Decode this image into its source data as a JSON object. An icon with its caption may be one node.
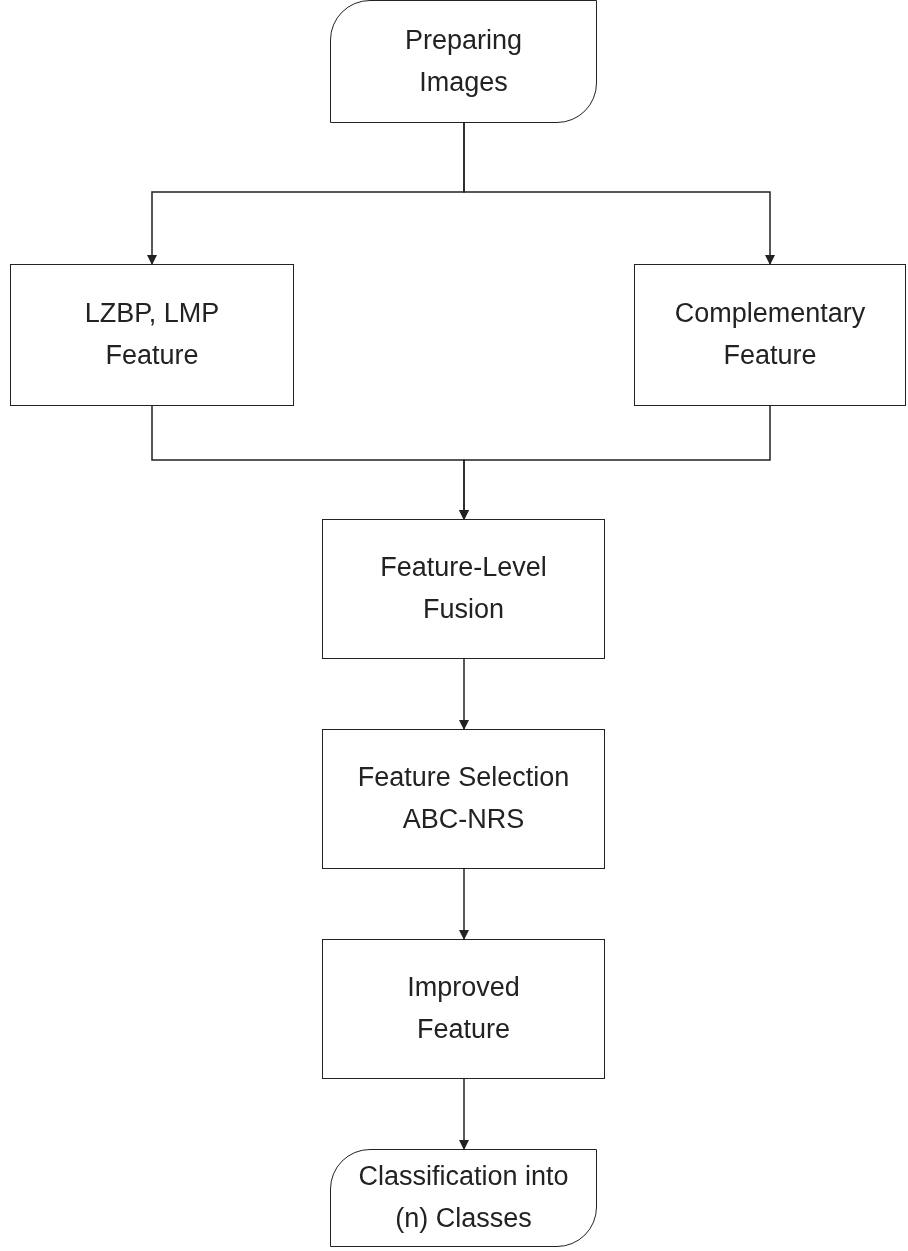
{
  "diagram": {
    "nodes": [
      {
        "text": [
          "Preparing Images"
        ]
      },
      {
        "text": [
          "LZBP, LMP Feature"
        ]
      },
      {
        "text": [
          "Complementary Feature"
        ]
      },
      {
        "text": [
          "Feature-Level Fusion"
        ]
      },
      {
        "text": [
          "Feature Selection ABC-NRS"
        ]
      },
      {
        "text": [
          "Improved Feature"
        ]
      },
      {
        "text": [
          "Classification into (n) Classes"
        ]
      }
    ],
    "edges": [
      {
        "from": 0,
        "to": 1,
        "arrow": "to"
      },
      {
        "from": 0,
        "to": 2,
        "arrow": "to"
      },
      {
        "from": 1,
        "to": 3,
        "arrow": "to"
      },
      {
        "from": 2,
        "to": 3,
        "arrow": "to"
      },
      {
        "from": 3,
        "to": 4,
        "arrow": "to"
      },
      {
        "from": 4,
        "to": 5,
        "arrow": "to"
      },
      {
        "from": 5,
        "to": 6,
        "arrow": "to"
      }
    ]
  }
}
